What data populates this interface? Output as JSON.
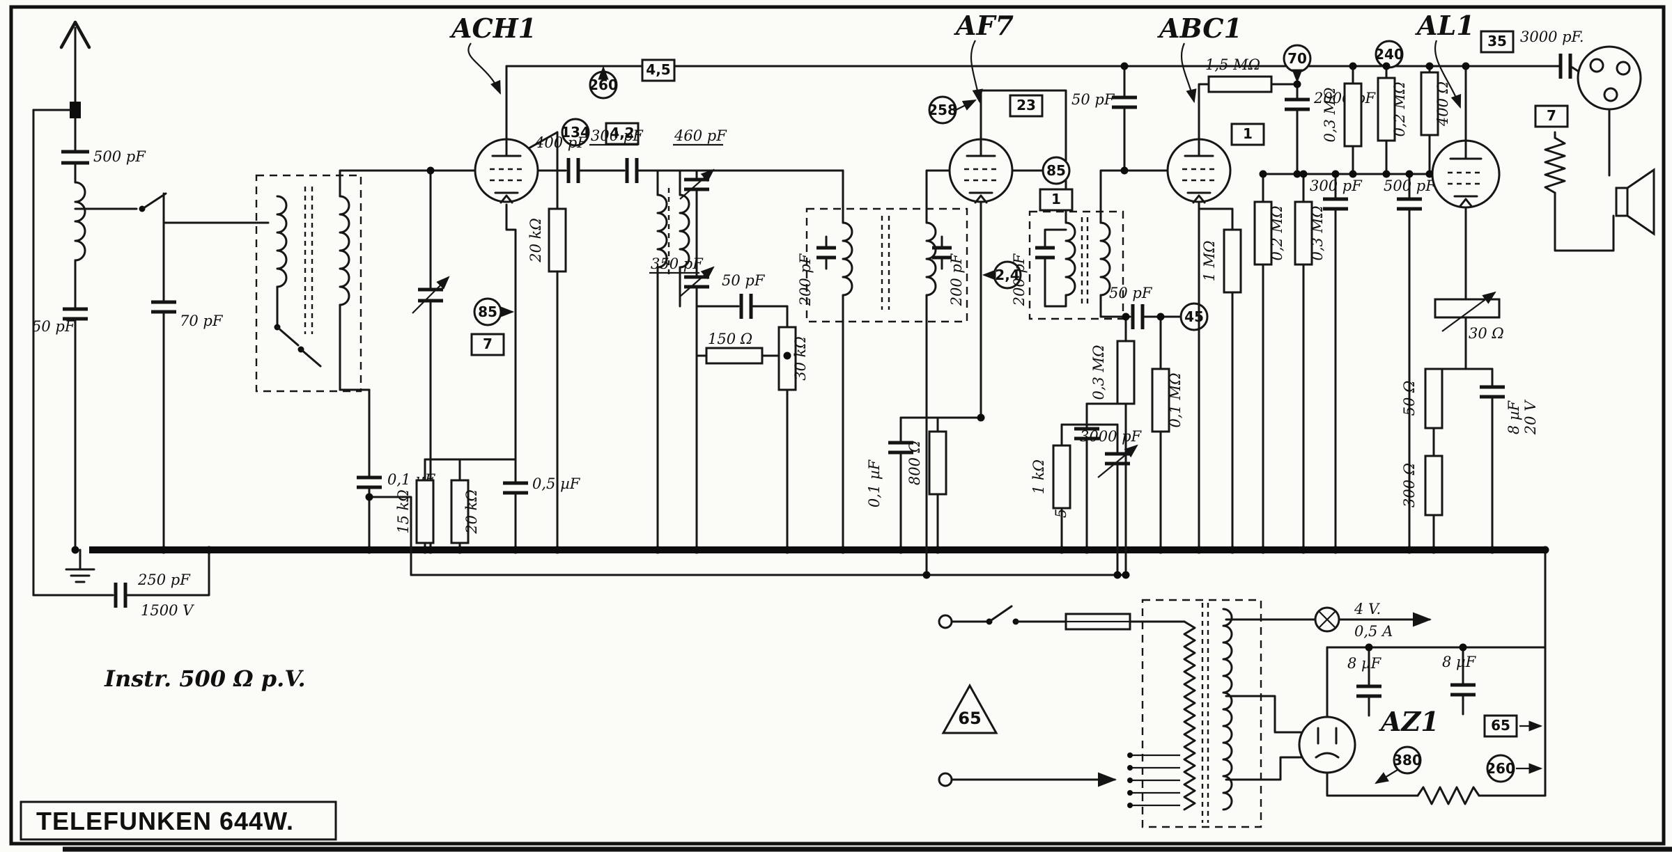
{
  "schematic": {
    "title": "TELEFUNKEN  644W.",
    "note": "Instr. 500 Ω p.V."
  },
  "tubes": {
    "ach1": "ACH1",
    "af7": "AF7",
    "abc1": "ABC1",
    "al1": "AL1",
    "az1": "AZ1"
  },
  "test_points": {
    "circled": {
      "ach1_anode": "260",
      "ach1_screen": "134",
      "ach1_cathode": "85",
      "af7_anode": "258",
      "af7_screen": "85",
      "af7_cathode": "2,4",
      "detector": "45",
      "abc1_anode": "70",
      "al1_anode": "240",
      "az1_ht": "380",
      "az1_out": "260"
    },
    "boxed": {
      "ach1_a": "4,5",
      "ach1_b": "4,2",
      "ach1_c": "7",
      "af7_a": "23",
      "af7_b": "1",
      "abc1_a": "1",
      "al1_a": "35",
      "spk": "7",
      "az1_a": "65"
    },
    "triangle": "65"
  },
  "components": {
    "c500pf": "500 pF",
    "c50pf_ant": "50 pF",
    "c70pf": "70 pF",
    "c250pf": "250 pF",
    "v1500": "1500 V",
    "c400pf": "400 pF",
    "r20k_grid": "20 kΩ",
    "c300pf_osc": "300 pF",
    "c460pf": "460 pF",
    "c350pf": "350 pF",
    "c50pf_osc": "50 pF",
    "r150": "150 Ω",
    "r30k": "30 kΩ",
    "c01uf_tune": "0,1 µF",
    "r15k": "15 kΩ",
    "r20k_cath": "20 kΩ",
    "c05uf": "0,5 µF",
    "c200pf_if1a": "200 pF",
    "c200pf_if1b": "200 pF",
    "c200pf_if2": "200 pF",
    "c01uf_af7": "0,1 µF",
    "r800": "800 Ω",
    "c50pf_top": "50 pF",
    "c50pf_det": "50 pF",
    "r03m_det": "0,3 MΩ",
    "r01m": "0,1 MΩ",
    "c5000pf": "5000 pF",
    "c3000pf_vol": "3000 pF",
    "r1k": "1 kΩ",
    "r15m": "1,5 MΩ",
    "c2000pf": "2000 pF",
    "r1m": "1 MΩ",
    "r02m_mid": "0,2 MΩ",
    "r03m_mid": "0,3 MΩ",
    "c300pf_tone": "300 pF",
    "c500pf_tone": "500 pF",
    "r03m_top": "0,3 MΩ",
    "r02m_top": "0,2 MΩ",
    "r400": "400 Ω",
    "c3000pf_out": "3000 pF.",
    "r30": "30 Ω",
    "r50": "50 Ω",
    "c8uf_cath": "8 µF",
    "v20": "20 V",
    "r300": "300 Ω",
    "lamp_v": "4 V.",
    "lamp_a": "0,5 A",
    "c8uf_1": "8 µF",
    "c8uf_2": "8 µF"
  }
}
